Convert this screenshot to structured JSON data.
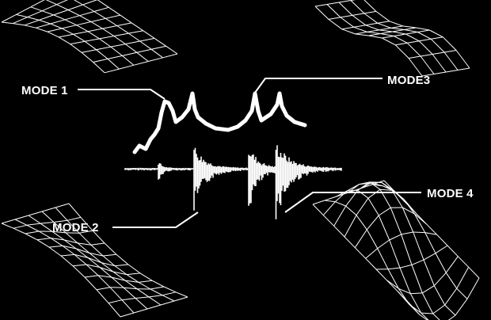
{
  "labels": {
    "mode1": "MODE 1",
    "mode2": "MODE 2",
    "mode3": "MODE3",
    "mode4": "MODE 4"
  },
  "colors": {
    "background": "#000000",
    "line": "#ffffff"
  }
}
